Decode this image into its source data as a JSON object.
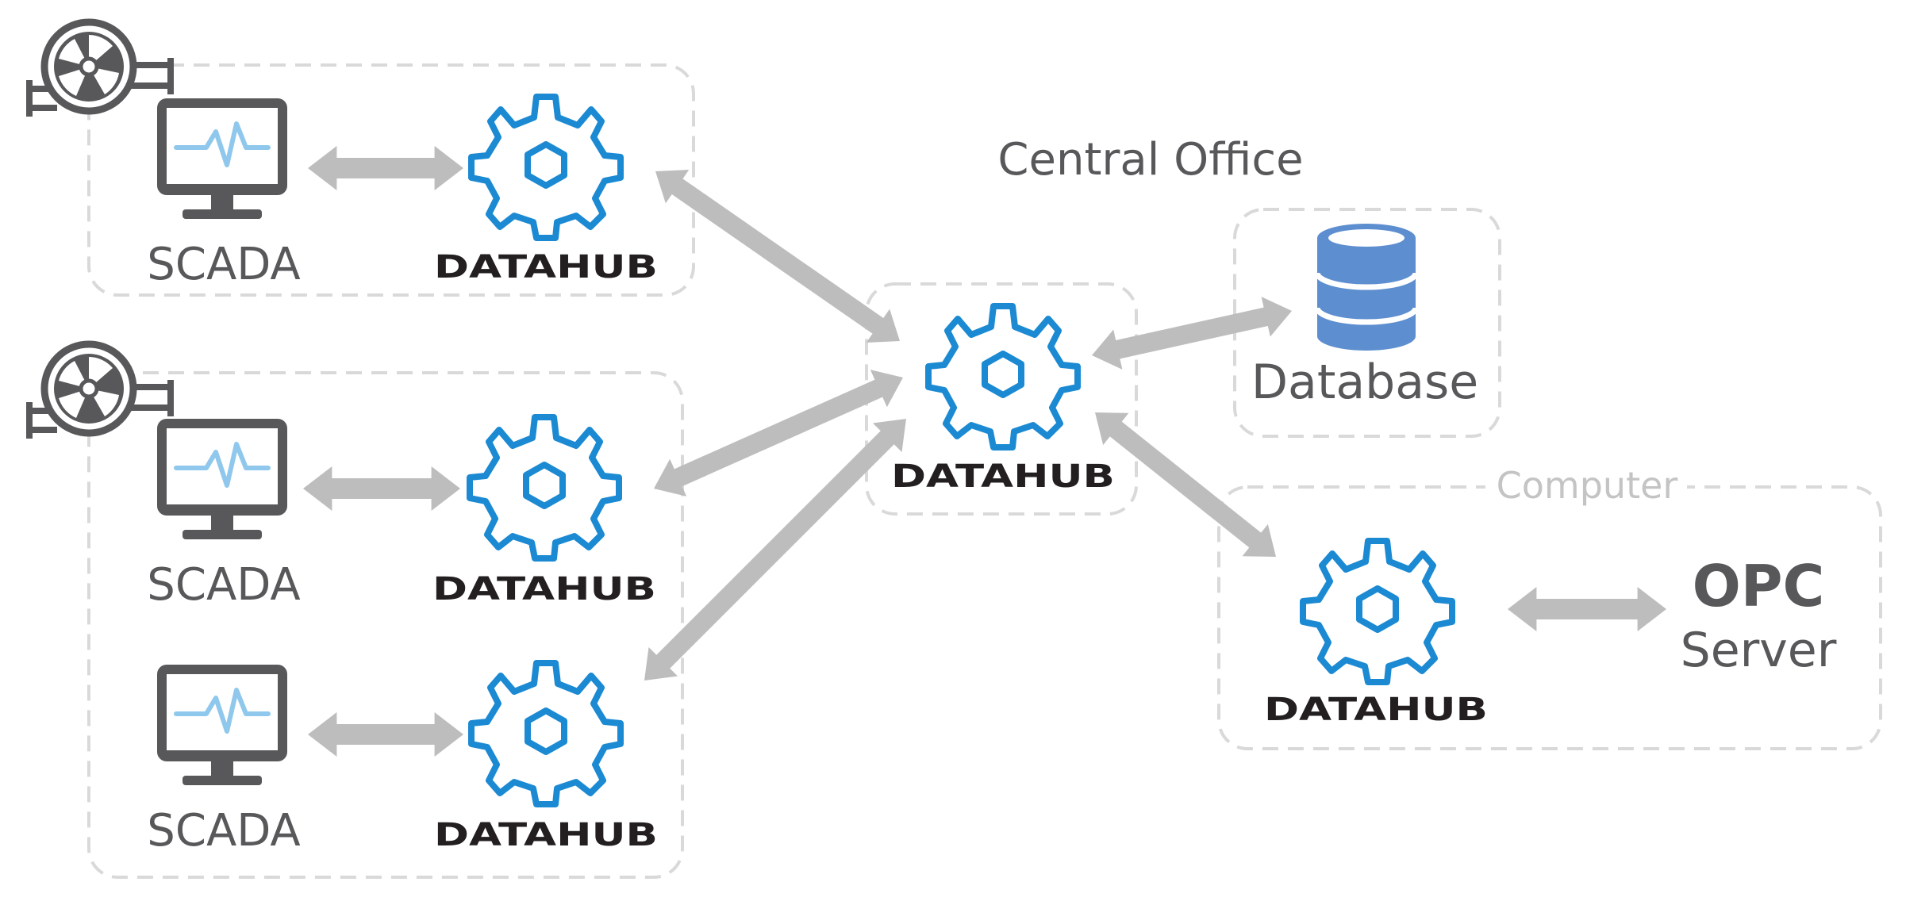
{
  "central": {
    "title": "Central Office",
    "hub_label": "DATAHUB"
  },
  "sites": [
    {
      "scada_label": "SCADA",
      "hub_label": "DATAHUB"
    },
    {
      "scada_label": "SCADA",
      "hub_label": "DATAHUB"
    },
    {
      "scada_label": "SCADA",
      "hub_label": "DATAHUB"
    }
  ],
  "database": {
    "label": "Database"
  },
  "computer": {
    "title": "Computer",
    "hub_label": "DATAHUB",
    "opc_line1": "OPC",
    "opc_line2": "Server"
  },
  "colors": {
    "gear": "#1b8ad3",
    "arrow": "#bdbdbe",
    "box_border": "#d9d9d9",
    "text": "#58585a",
    "monitor": "#58585a",
    "monitor_screen": "#ffffff",
    "pulse": "#8fc8ec",
    "database": "#5d8ecf",
    "turbine": "#58585a"
  },
  "icons": {
    "turbine": "turbine-icon",
    "monitor": "scada-monitor-icon",
    "gear": "datahub-gear-icon",
    "database": "database-icon",
    "arrow": "double-arrow-icon"
  }
}
